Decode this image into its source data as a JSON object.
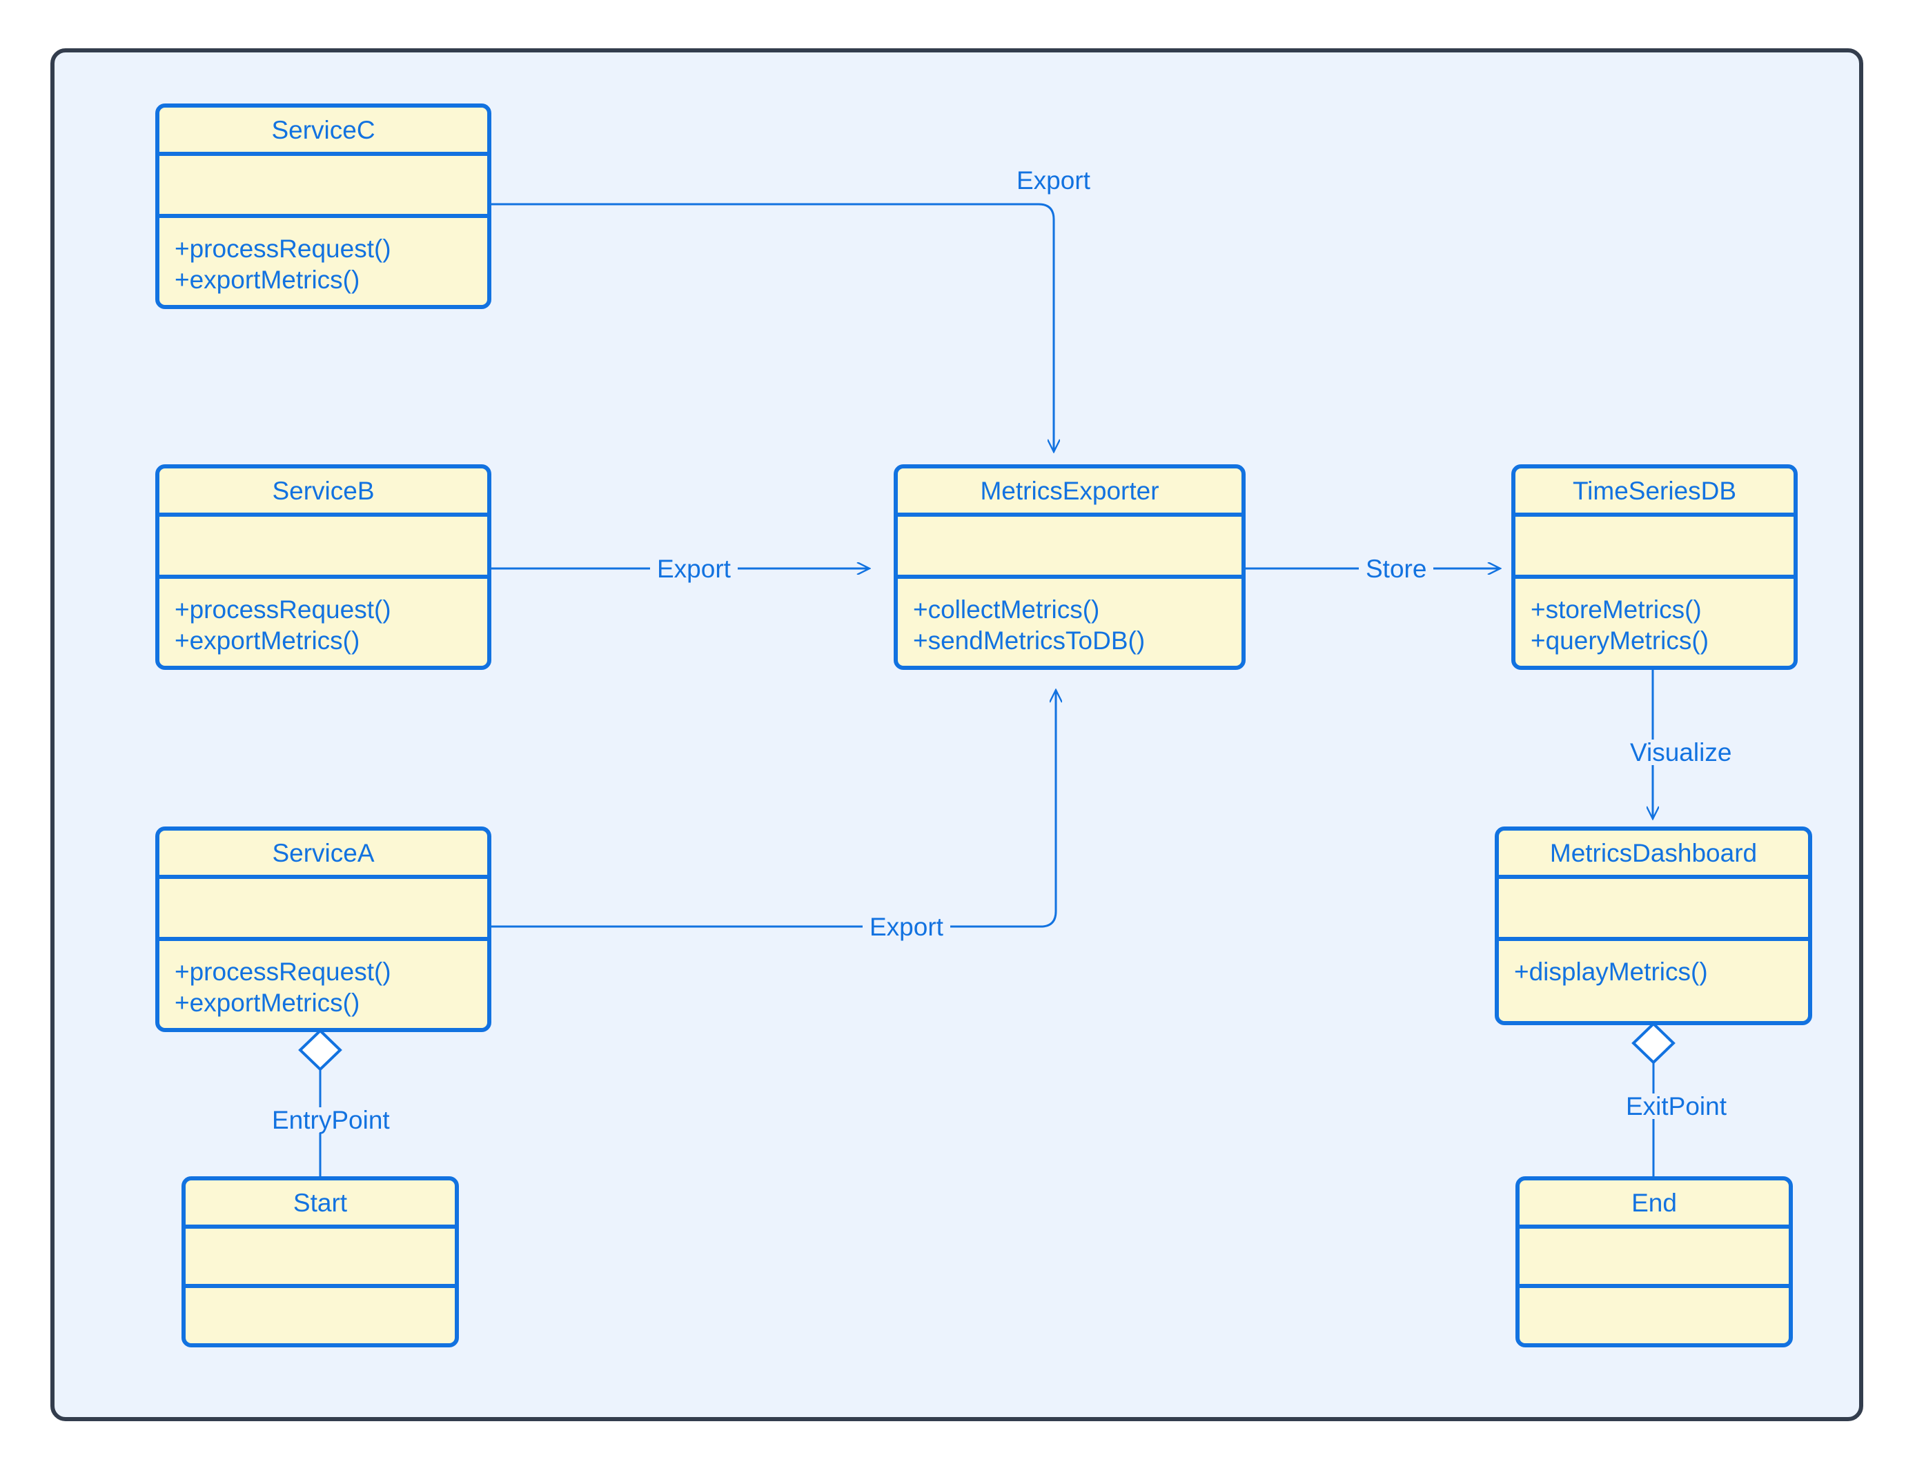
{
  "diagram": {
    "type": "uml-class-diagram",
    "canvas_background": "#ecf3fd",
    "canvas_border_color": "#333d4d",
    "node_fill": "#fcf8d4",
    "node_stroke": "#1272e0",
    "text_color": "#1272e0",
    "nodes": [
      {
        "id": "serviceC",
        "title": "ServiceC",
        "attributes": "",
        "methods": "+processRequest()\n+exportMetrics()"
      },
      {
        "id": "serviceB",
        "title": "ServiceB",
        "attributes": "",
        "methods": "+processRequest()\n+exportMetrics()"
      },
      {
        "id": "serviceA",
        "title": "ServiceA",
        "attributes": "",
        "methods": "+processRequest()\n+exportMetrics()"
      },
      {
        "id": "metricsExporter",
        "title": "MetricsExporter",
        "attributes": "",
        "methods": "+collectMetrics()\n+sendMetricsToDB()"
      },
      {
        "id": "timeSeriesDB",
        "title": "TimeSeriesDB",
        "attributes": "",
        "methods": "+storeMetrics()\n+queryMetrics()"
      },
      {
        "id": "metricsDashboard",
        "title": "MetricsDashboard",
        "attributes": "",
        "methods": "+displayMetrics()"
      },
      {
        "id": "start",
        "title": "Start",
        "attributes": "",
        "methods": ""
      },
      {
        "id": "end",
        "title": "End",
        "attributes": "",
        "methods": ""
      }
    ],
    "edges": [
      {
        "id": "e1",
        "from": "serviceC",
        "to": "metricsExporter",
        "label": "Export",
        "arrow": "open"
      },
      {
        "id": "e2",
        "from": "serviceB",
        "to": "metricsExporter",
        "label": "Export",
        "arrow": "open"
      },
      {
        "id": "e3",
        "from": "serviceA",
        "to": "metricsExporter",
        "label": "Export",
        "arrow": "open"
      },
      {
        "id": "e4",
        "from": "metricsExporter",
        "to": "timeSeriesDB",
        "label": "Store",
        "arrow": "open"
      },
      {
        "id": "e5",
        "from": "timeSeriesDB",
        "to": "metricsDashboard",
        "label": "Visualize",
        "arrow": "open"
      },
      {
        "id": "e6",
        "from": "serviceA",
        "to": "start",
        "label": "EntryPoint",
        "arrow": "aggregation-diamond"
      },
      {
        "id": "e7",
        "from": "metricsDashboard",
        "to": "end",
        "label": "ExitPoint",
        "arrow": "aggregation-diamond"
      }
    ]
  }
}
